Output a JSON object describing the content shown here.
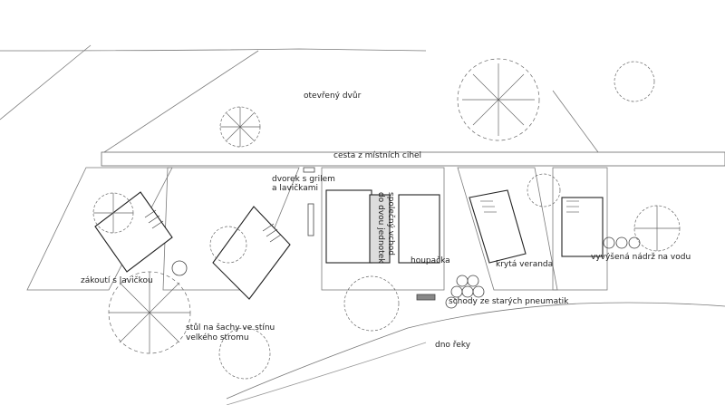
{
  "labels": {
    "courtyard": "otevřený dvůr",
    "brick_path": "cesta z místních cihel",
    "grill_yard_line1": "dvorek s grilem",
    "grill_yard_line2": "a lavičkami",
    "shared_entrance_line1": "společný vchod do",
    "shared_entrance_line2": "dvou jednotek",
    "swing": "houpačka",
    "covered_porch": "krytá veranda",
    "raised_tank": "vyvýšená nádrž na vodu",
    "bench_nook": "zákoutí s lavičkou",
    "chess_table_line1": "stůl na šachy ve stínu",
    "chess_table_line2": "velkého stromu",
    "tire_steps": "schody ze starých pneumatik",
    "riverbed": "dno řeky"
  }
}
